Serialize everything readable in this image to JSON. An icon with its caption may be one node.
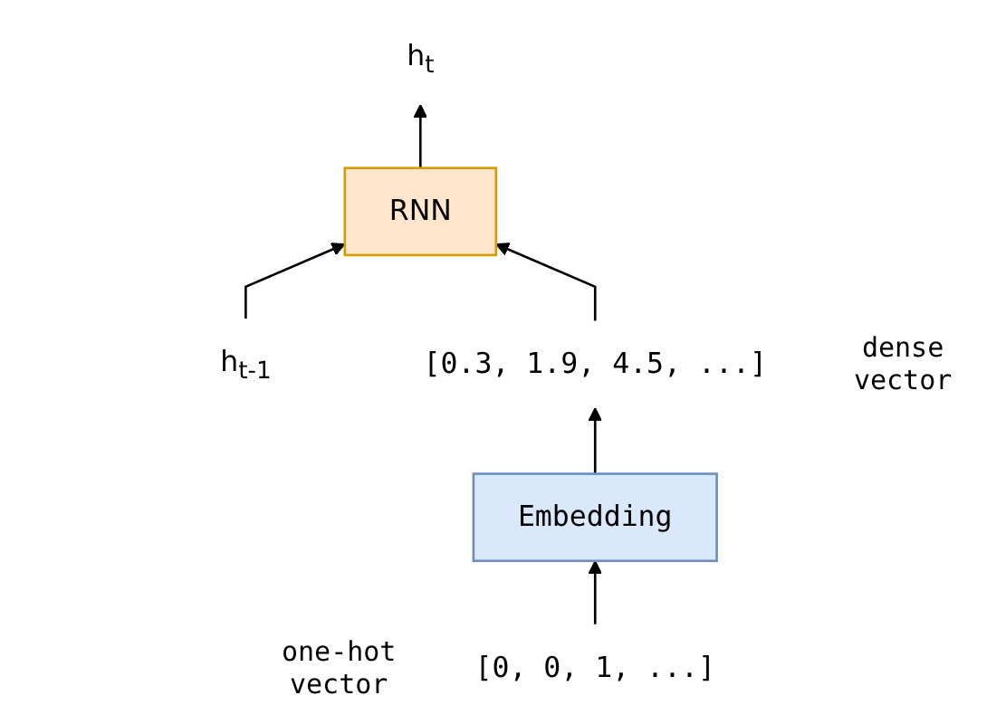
{
  "diagram": {
    "nodes": [
      {
        "text": [
          "h$_{t-1}$"
        ]
      },
      {
        "text": [
          "RNN"
        ]
      },
      {
        "text": [
          "h$_{t}$"
        ]
      },
      {
        "text": [
          "[0.3, 1.9, 4.5, ...]"
        ],
        "beside": [
          "dense vector"
        ]
      },
      {
        "text": [
          "Embedding"
        ]
      },
      {
        "text": [
          "[0, 0, 1, ...]"
        ],
        "beside": [
          "one-hot vector"
        ]
      }
    ],
    "edges": [
      {
        "from": 0,
        "to": 1,
        "arrow": "to"
      },
      {
        "from": 1,
        "to": 2,
        "arrow": "to"
      },
      {
        "from": 3,
        "to": 1,
        "arrow": "to"
      },
      {
        "from": 4,
        "to": 3,
        "arrow": "to"
      },
      {
        "from": 5,
        "to": 4,
        "arrow": "to"
      }
    ]
  }
}
